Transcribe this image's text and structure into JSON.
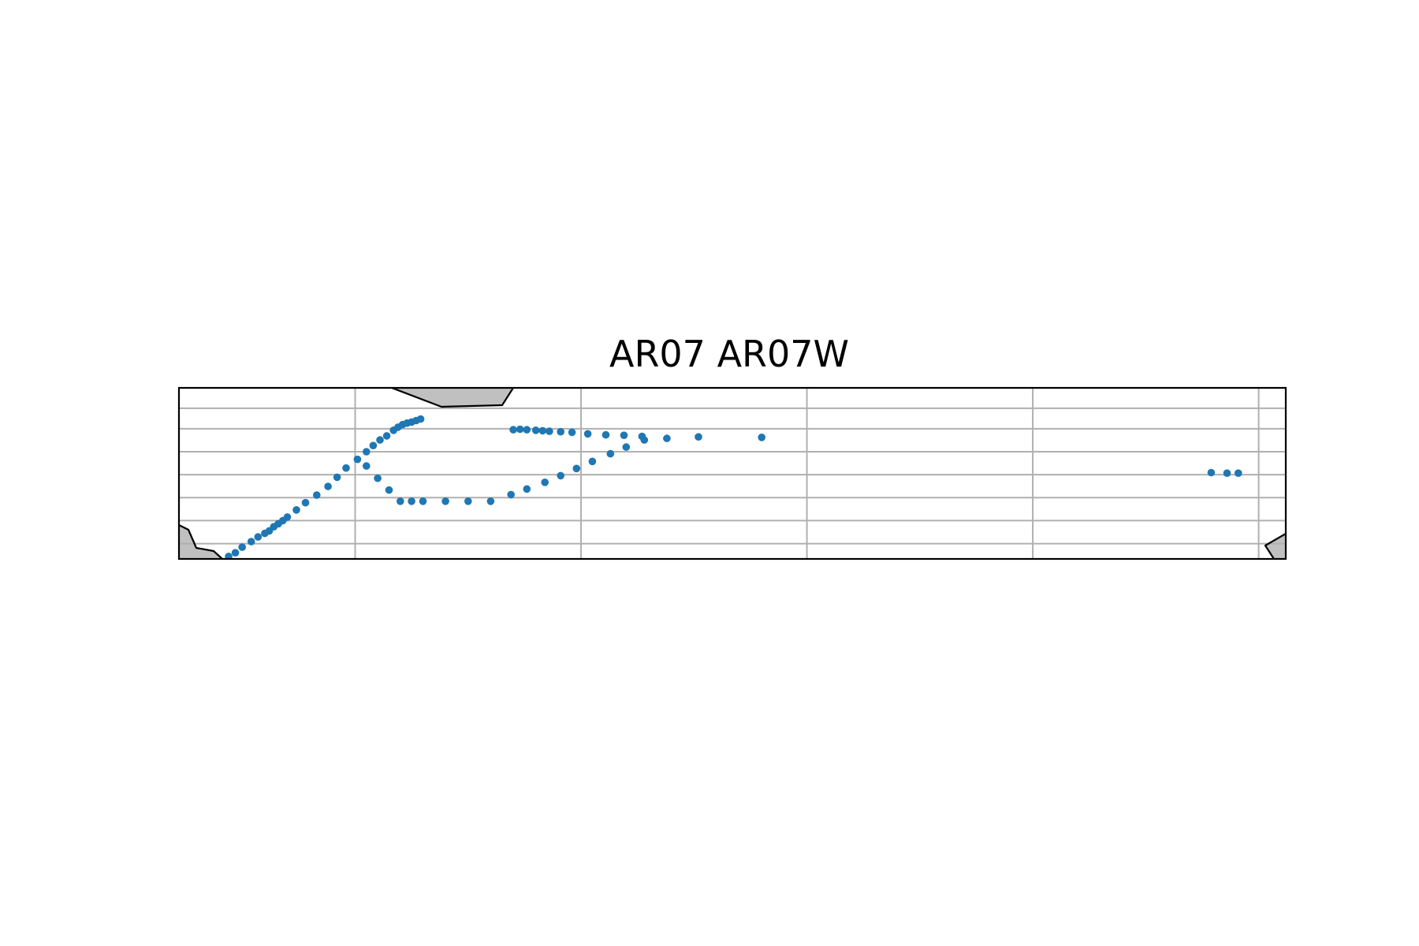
{
  "title": "AR07 AR07W",
  "colors": {
    "points": "#1f77b4",
    "land": "#c0c0c0",
    "coastline": "#000000",
    "grid": "#b0b0b0",
    "frame": "#000000",
    "background": "#ffffff"
  },
  "map": {
    "projection": "plate-carree",
    "grid": true,
    "lon_range": [
      -77,
      -28
    ],
    "lat_range": [
      34,
      67.5
    ],
    "gridlines_lon": [
      -69.2,
      -59.2,
      -49.2,
      -39.2,
      -29.2
    ],
    "gridlines_lat": [
      37,
      41.5,
      46,
      50.5,
      55,
      59.5,
      63.5
    ]
  },
  "chart_data": {
    "type": "scatter",
    "series": [
      {
        "points": [
          [
            -74.8,
            34.5
          ],
          [
            -74.5,
            35.2
          ],
          [
            -74.2,
            36.3
          ],
          [
            -73.8,
            37.4
          ],
          [
            -73.5,
            38.3
          ],
          [
            -73.2,
            39.0
          ],
          [
            -73.0,
            39.5
          ],
          [
            -72.8,
            40.3
          ],
          [
            -72.6,
            40.9
          ],
          [
            -72.4,
            41.5
          ],
          [
            -72.2,
            42.2
          ],
          [
            -71.8,
            43.6
          ],
          [
            -71.4,
            45.0
          ],
          [
            -70.9,
            46.5
          ],
          [
            -70.4,
            48.2
          ],
          [
            -70.0,
            50.0
          ],
          [
            -69.6,
            51.8
          ],
          [
            -69.1,
            53.5
          ],
          [
            -68.7,
            55.0
          ],
          [
            -68.4,
            56.2
          ],
          [
            -68.1,
            57.3
          ],
          [
            -67.8,
            58.1
          ],
          [
            -67.5,
            59.2
          ],
          [
            -67.3,
            59.8
          ],
          [
            -67.1,
            60.3
          ],
          [
            -66.9,
            60.6
          ],
          [
            -66.7,
            60.8
          ],
          [
            -66.5,
            61.1
          ],
          [
            -66.3,
            61.4
          ],
          [
            -68.7,
            52.2
          ],
          [
            -68.2,
            49.8
          ],
          [
            -67.7,
            47.5
          ],
          [
            -67.2,
            45.3
          ],
          [
            -66.7,
            45.3
          ],
          [
            -66.2,
            45.3
          ],
          [
            -65.2,
            45.3
          ],
          [
            -64.2,
            45.3
          ],
          [
            -63.2,
            45.3
          ],
          [
            -62.3,
            46.6
          ],
          [
            -61.6,
            47.7
          ],
          [
            -60.8,
            49.0
          ],
          [
            -60.1,
            50.3
          ],
          [
            -59.4,
            51.7
          ],
          [
            -58.7,
            53.1
          ],
          [
            -57.9,
            54.6
          ],
          [
            -57.2,
            55.9
          ],
          [
            -56.4,
            57.3
          ],
          [
            -55.4,
            57.6
          ],
          [
            -54.0,
            57.9
          ],
          [
            -51.2,
            57.8
          ],
          [
            -62.2,
            59.3
          ],
          [
            -61.9,
            59.4
          ],
          [
            -61.6,
            59.3
          ],
          [
            -61.2,
            59.2
          ],
          [
            -60.9,
            59.1
          ],
          [
            -60.6,
            59.0
          ],
          [
            -60.1,
            58.9
          ],
          [
            -59.6,
            58.8
          ],
          [
            -58.9,
            58.5
          ],
          [
            -58.1,
            58.3
          ],
          [
            -57.3,
            58.2
          ],
          [
            -56.5,
            58.0
          ],
          [
            -31.3,
            50.9
          ],
          [
            -30.6,
            50.8
          ],
          [
            -30.1,
            50.8
          ]
        ]
      }
    ]
  }
}
